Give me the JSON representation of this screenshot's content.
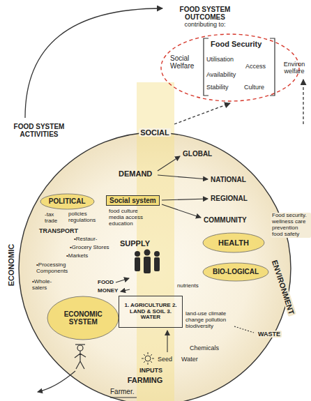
{
  "diagram": {
    "nodes": [
      {
        "text": [
          "FOOD SYSTEM OUTCOMES",
          "contributing to:"
        ]
      },
      {
        "text": [
          "Social Welfare"
        ]
      },
      {
        "text": [
          "Food Security",
          "Utilisation",
          "Access",
          "Availability",
          "Stability",
          "Culture"
        ],
        "in": 1
      },
      {
        "text": [
          "Environ welfare"
        ]
      },
      {
        "text": [
          "FOOD SYSTEM ACTIVITIES"
        ]
      },
      {
        "text": [
          "SOCIAL",
          "ECONOMIC",
          "ENVIRONMENT",
          "FARMING"
        ]
      },
      {
        "text": [
          "Social system",
          "food culture media access education"
        ],
        "in": 5
      },
      {
        "text": [
          "POLITICAL"
        ],
        "in": 5
      },
      {
        "text": [
          "HEALTH"
        ],
        "in": 5
      },
      {
        "text": [
          "BIO-LOGICAL"
        ],
        "in": 5
      },
      {
        "text": [
          "ECONOMIC SYSTEM"
        ],
        "in": 5
      },
      {
        "text": [
          "1. AGRICULTURE 2. LAND & SOIL 3. WATER"
        ],
        "in": 5
      }
    ],
    "edges": [
      {
        "from": 4,
        "to": 0,
        "arrow": "to"
      },
      {
        "from": 5,
        "to": 1,
        "arrow": "to"
      },
      {
        "from": 5,
        "to": 3,
        "arrow": "to"
      }
    ],
    "labels": [
      "GLOBAL",
      "DEMAND",
      "NATIONAL",
      "REGIONAL",
      "COMMUNITY",
      "-tax trade",
      "policies regulations",
      "Food security. wellness care prevention food safety",
      "TRANSPORT",
      "•Restaur-",
      "•Grocery Stores",
      "•Markets",
      "SUPPLY",
      "•Processing Components",
      "nutrients",
      "FOOD",
      "MONEY",
      "•Whole-salers",
      "land-use climate change pollution biodiversity",
      "WASTE",
      "Chemicals",
      "Seed",
      "Water",
      "INPUTS",
      "Farmer."
    ]
  }
}
